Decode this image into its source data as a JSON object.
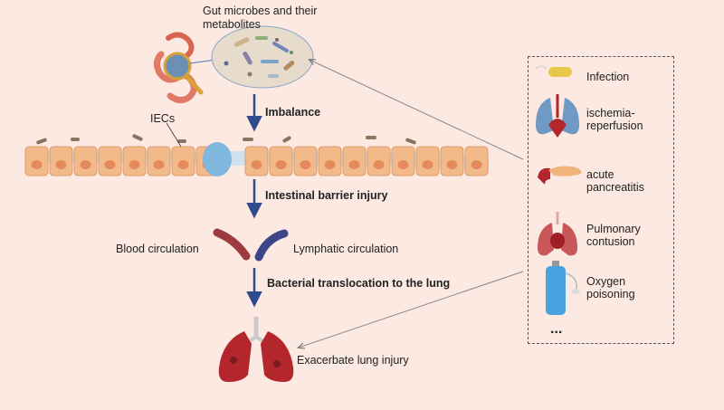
{
  "labels": {
    "gut_microbes": "Gut microbes and their metabolites",
    "iecs": "IECs",
    "imbalance": "Imbalance",
    "barrier_injury": "Intestinal barrier injury",
    "blood": "Blood circulation",
    "lymphatic": "Lymphatic circulation",
    "translocation": "Bacterial translocation to the lung",
    "lung_injury": "Exacerbate lung injury"
  },
  "legend": {
    "items": [
      {
        "label": "Infection",
        "icon": "bacterium-icon"
      },
      {
        "label": "ischemia-reperfusion",
        "icon": "heart-lung-icon"
      },
      {
        "label": "acute pancreatitis",
        "icon": "pancreas-icon"
      },
      {
        "label": "Pulmonary contusion",
        "icon": "lungs-icon"
      },
      {
        "label": "Oxygen poisoning",
        "icon": "oxygen-tank-icon"
      }
    ],
    "more": "..."
  },
  "colors": {
    "arrow": "#2f4a8f",
    "lung": "#b3262c",
    "blood_vessel": "#9e3b3e",
    "lymph_vessel": "#3d4688",
    "cell": "#f2b98a"
  }
}
